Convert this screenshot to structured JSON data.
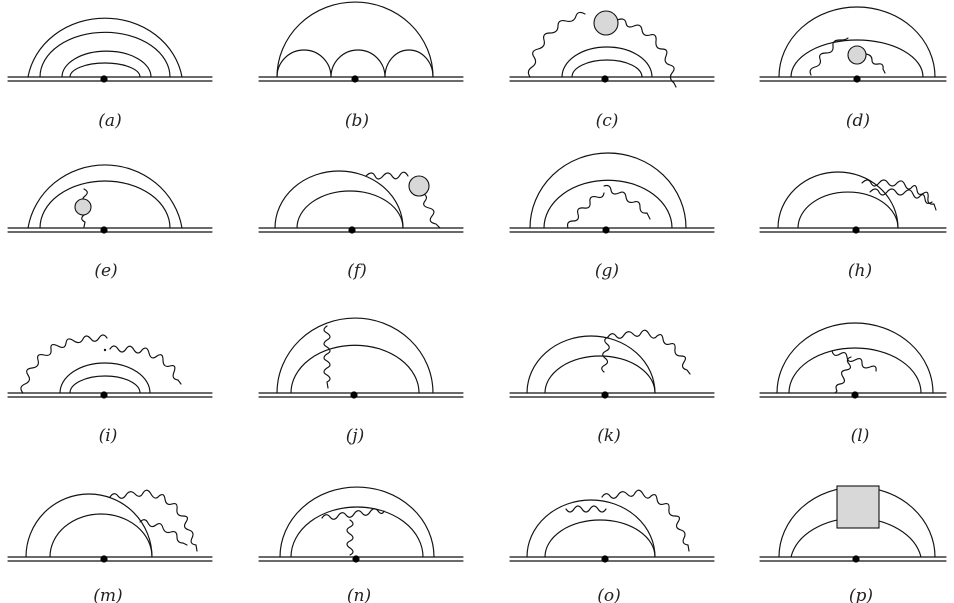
{
  "figure": {
    "panels": [
      {
        "id": "a",
        "label": "(a)",
        "kind": "nested-arcs"
      },
      {
        "id": "b",
        "label": "(b)",
        "kind": "rainbow-three-arcs"
      },
      {
        "id": "c",
        "label": "(c)",
        "kind": "photon-with-self-energy-bubble"
      },
      {
        "id": "d",
        "label": "(d)",
        "kind": "inner-photon-bubble"
      },
      {
        "id": "e",
        "label": "(e)",
        "kind": "vertical-photon-bubble"
      },
      {
        "id": "f",
        "label": "(f)",
        "kind": "photon-bubble-right"
      },
      {
        "id": "g",
        "label": "(g)",
        "kind": "crossed-photon-inside"
      },
      {
        "id": "h",
        "label": "(h)",
        "kind": "photon-loop-right"
      },
      {
        "id": "i",
        "label": "(i)",
        "kind": "photon-over-arc"
      },
      {
        "id": "j",
        "label": "(j)",
        "kind": "vertical-photon-crossing"
      },
      {
        "id": "k",
        "label": "(k)",
        "kind": "photon-crossing-to-right"
      },
      {
        "id": "l",
        "label": "(l)",
        "kind": "photon-loop-inner"
      },
      {
        "id": "m",
        "label": "(m)",
        "kind": "photon-loop-right-outer"
      },
      {
        "id": "n",
        "label": "(n)",
        "kind": "photon-arc-and-vertical"
      },
      {
        "id": "o",
        "label": "(o)",
        "kind": "photon-inner-and-outer"
      },
      {
        "id": "p",
        "label": "(p)",
        "kind": "shaded-box-vertex"
      }
    ],
    "colors": {
      "line": "#111111",
      "bubble_fill": "#d8d8d8",
      "background": "#ffffff"
    }
  }
}
